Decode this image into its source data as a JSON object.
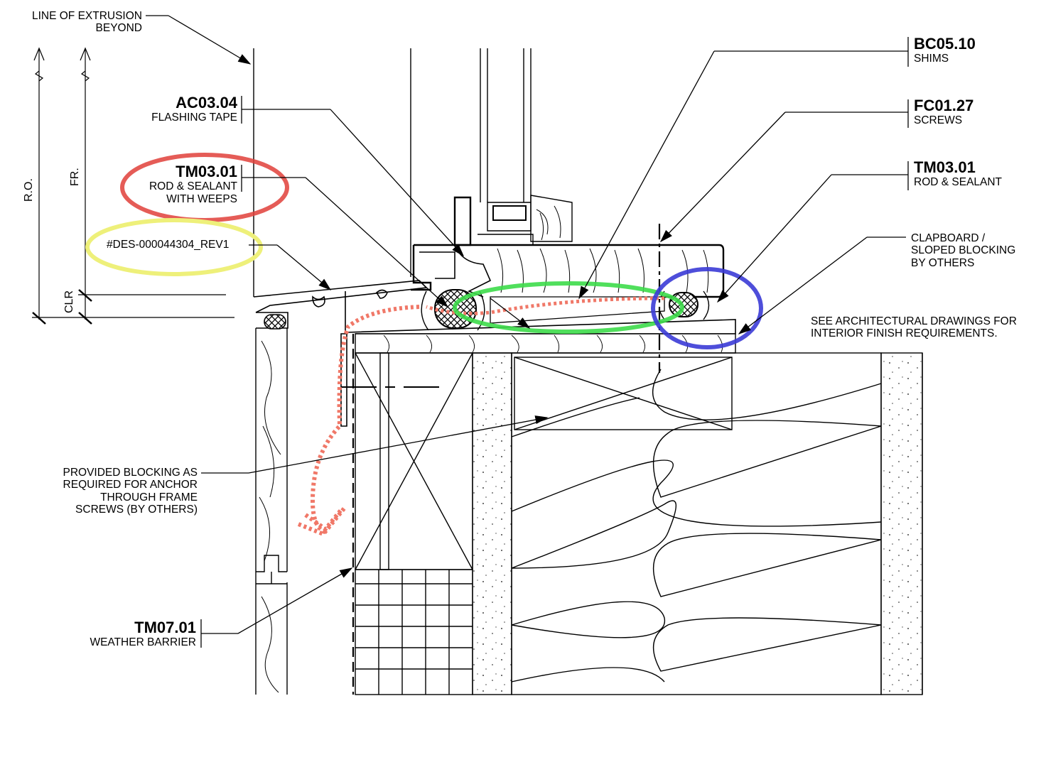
{
  "callouts": {
    "extrusion": {
      "line1": "LINE OF EXTRUSION",
      "line2": "BEYOND"
    },
    "ac0304": {
      "code": "AC03.04",
      "desc": "FLASHING TAPE"
    },
    "tm0301_left": {
      "code": "TM03.01",
      "desc1": "ROD & SEALANT",
      "desc2": "WITH WEEPS"
    },
    "des_ref": {
      "text": "#DES-000044304_REV1"
    },
    "bc0510": {
      "code": "BC05.10",
      "desc": "SHIMS"
    },
    "fc0127": {
      "code": "FC01.27",
      "desc": "SCREWS"
    },
    "tm0301_right": {
      "code": "TM03.01",
      "desc": "ROD & SEALANT"
    },
    "clapboard": {
      "line1": "CLAPBOARD /",
      "line2": "SLOPED BLOCKING",
      "line3": "BY OTHERS"
    },
    "arch_note": {
      "line1": "SEE ARCHITECTURAL DRAWINGS FOR",
      "line2": "INTERIOR FINISH REQUIREMENTS."
    },
    "blocking": {
      "line1": "PROVIDED BLOCKING AS",
      "line2": "REQUIRED FOR ANCHOR",
      "line3": "THROUGH FRAME",
      "line4": "SCREWS (BY OTHERS)"
    },
    "tm0701": {
      "code": "TM07.01",
      "desc": "WEATHER BARRIER"
    }
  },
  "dimensions": {
    "ro": "R.O.",
    "fr": "FR.",
    "clr": "CLR"
  },
  "highlight_colors": {
    "red": "#e0403a",
    "yellow": "#eef07a",
    "green": "#3ddc4a",
    "blue": "#3b3bd6",
    "drain_path": "#f07868"
  }
}
